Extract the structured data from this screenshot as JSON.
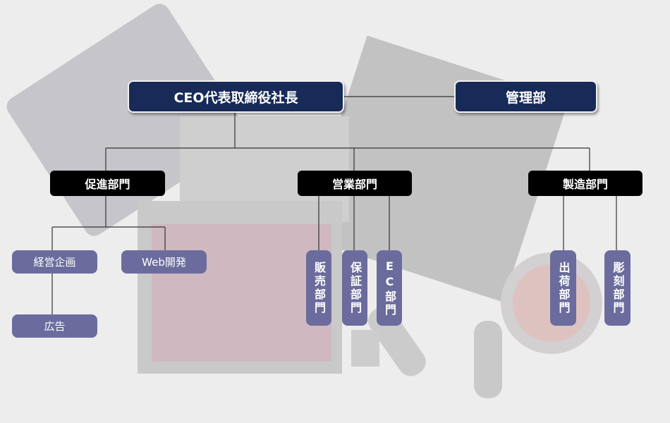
{
  "nodes": {
    "ceo": "CEO代表取締役社長",
    "kanri": "管理部",
    "sokushin": "促進部門",
    "eigyo": "営業部門",
    "seizo": "製造部門",
    "keiei": "経営企画",
    "web": "Web開発",
    "kokoku": "広告",
    "hanbai": "販売部門",
    "hosho": "保証部門",
    "ec": "EC部門",
    "shukka": "出荷部門",
    "chokoku": "彫刻部門"
  },
  "colors": {
    "navy": "#172a58",
    "black": "#000000",
    "purple": "#6b6c9d",
    "line": "#333333"
  }
}
